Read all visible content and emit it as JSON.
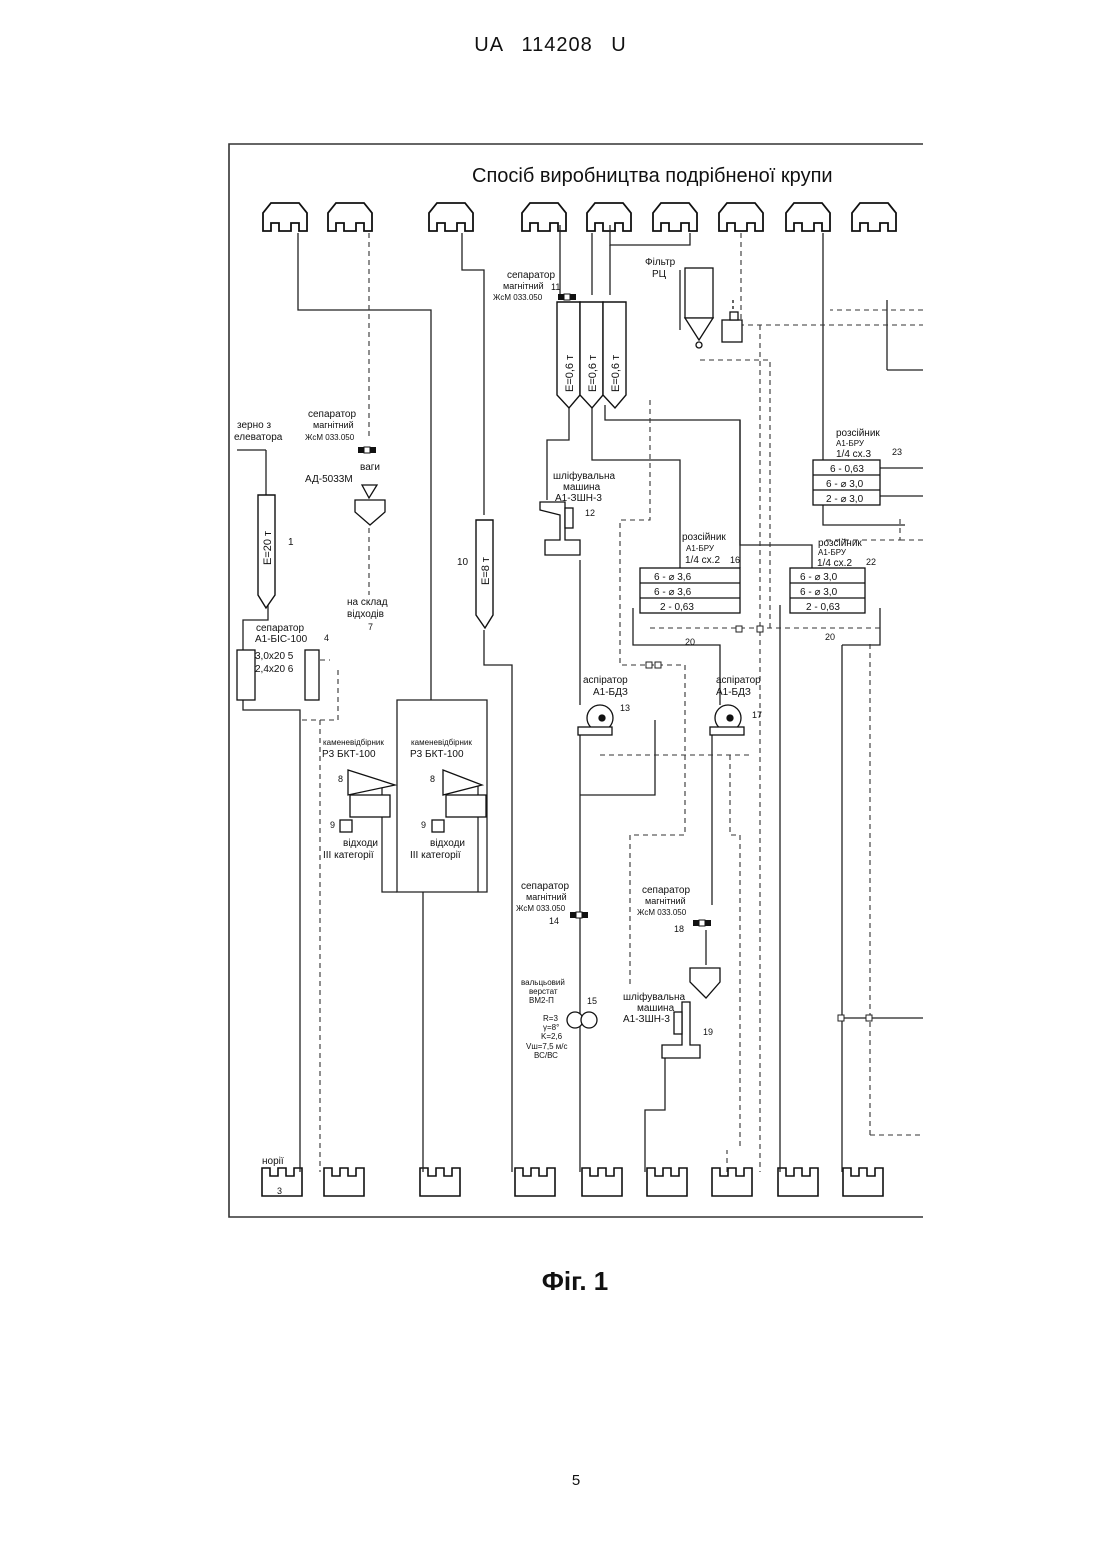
{
  "header": {
    "patent_number": "UA   114208   U"
  },
  "diagram": {
    "title": "Спосіб  виробництва подрібненої крупи",
    "labels": {
      "grain_line1": "зерно з",
      "grain_line2": "елеватора",
      "bin1": "Е=20 т",
      "n1": "1",
      "sep_a1_line1": "сепаратор",
      "sep_a1_line2": "А1-БІС-100",
      "n4": "4",
      "sieve_a": "3,0х20 5",
      "sieve_b": "2,4х20 6",
      "mag_left_line1": "сепаратор",
      "mag_left_line2": "магнітний",
      "mag_left_line3": "ЖсМ 033.050",
      "scales_line1": "ваги",
      "scales_line2": "АД-5033М",
      "waste_store_line1": "на склад",
      "waste_store_line2": "відходів",
      "n7": "7",
      "bin10": "Е=8 т",
      "n10": "10",
      "stone1_line1": "каменевідбірник",
      "stone1_line2": "Р3  БКТ-100",
      "stone2_line1": "каменевідбірник",
      "stone2_line2": "Р3  БКТ-100",
      "n8a": "8",
      "n8b": "8",
      "n9a": "9",
      "n9b": "9",
      "waste1_line1": "відходи",
      "waste1_line2": "ІІІ категорії",
      "waste2_line1": "відходи",
      "waste2_line2": "ІІІ категорії",
      "mag11_line1": "сепаратор",
      "mag11_line2": "магнітний",
      "mag11_line3": "ЖсМ 033.050",
      "n11": "11",
      "bin_a": "Е=0,6 т",
      "bin_b": "Е=0,6 т",
      "bin_c": "Е=0,6 т",
      "filter_line1": "Фільтр",
      "filter_line2": "РЦ",
      "grind12_line1": "шліфувальна",
      "grind12_line2": "машина",
      "grind12_line3": "А1-ЗШН-3",
      "n12": "12",
      "sifter16_line1": "розсійник",
      "sifter16_line2": "А1-БРУ",
      "sifter16_line3": "1/4 сх.2",
      "n16": "16",
      "sifter16_rows": [
        "6 - ⌀ 3,6",
        "6 - ⌀ 3,6",
        "2 - 0,63"
      ],
      "n20a": "20",
      "n20b": "20",
      "sifter23_line1": "розсійник",
      "sifter23_line2": "А1-БРУ",
      "sifter23_line3": "1/4 сх.3",
      "n23": "23",
      "sifter23_rows": [
        "6 - 0,63",
        "6 - ⌀ 3,0",
        "2 - ⌀ 3,0"
      ],
      "sifter22_line1": "розсійник",
      "sifter22_line2": "А1-БРУ",
      "sifter22_line3": "1/4 сх.2",
      "n22": "22",
      "sifter22_rows": [
        "6 - ⌀ 3,0",
        "6 - ⌀ 3,0",
        "2 - 0,63"
      ],
      "asp13_line1": "аспіратор",
      "asp13_line2": "А1-БДЗ",
      "n13": "13",
      "asp17_line1": "аспіратор",
      "asp17_line2": "А1-БДЗ",
      "n17": "17",
      "mag14_line1": "сепаратор",
      "mag14_line2": "магнітний",
      "mag14_line3": "ЖсМ 033.050",
      "n14": "14",
      "mag18_line1": "сепаратор",
      "mag18_line2": "магнітний",
      "mag18_line3": "ЖсМ 033.050",
      "n18": "18",
      "roll_line1": "вальцьовий",
      "roll_line2": "верстат",
      "roll_line3": "ВМ2-П",
      "n15": "15",
      "roll_param1": "R=3",
      "roll_param2": "γ=8°",
      "roll_param3": "K=2,6",
      "roll_param4": "Vш=7,5 м/с",
      "roll_param5": "ВС/ВС",
      "grind19_line1": "шліфувальна",
      "grind19_line2": "машина",
      "grind19_line3": "А1-ЗШН-3",
      "n19": "19",
      "norii": "норії",
      "n3": "3"
    }
  },
  "caption": "Фіг. 1",
  "page_number": "5"
}
